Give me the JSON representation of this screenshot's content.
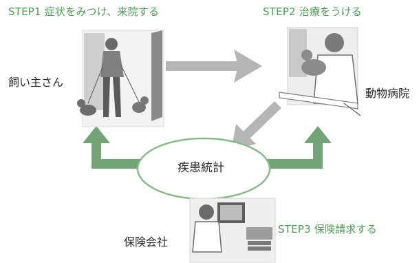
{
  "steps": {
    "step1": "STEP1  症状をみつけ、来院する",
    "step2": "STEP2  治療をうける",
    "step3": "STEP3  保険請求する"
  },
  "actors": {
    "owner": "飼い主さん",
    "hospital": "動物病院",
    "insurer": "保険会社"
  },
  "center_label": "疾患統計",
  "illustrations": {
    "owner": "owner-walking-dogs-illustration",
    "hospital": "veterinarian-holding-cat-illustration",
    "insurer": "office-worker-at-computer-illustration"
  },
  "colors": {
    "step_text": "#4f9a57",
    "green_arrow": "#72a478",
    "gray_arrow": "#b5b5b5",
    "ellipse_stroke": "#8ab88e"
  }
}
